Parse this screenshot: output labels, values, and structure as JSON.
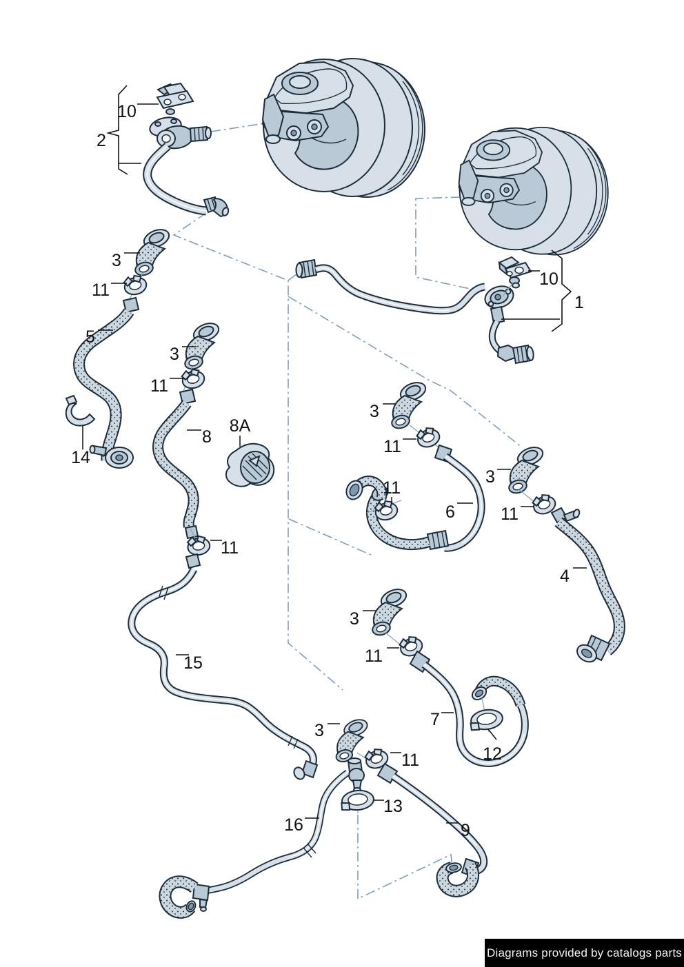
{
  "footer": {
    "text": "Diagrams provided by catalogs parts"
  },
  "colors": {
    "outline": "#1d2c3a",
    "fill_light": "#d7e0e8",
    "fill_mid": "#b9c9d6",
    "fill_dark": "#7e99ad",
    "fill_tex": "#ccd7e0",
    "paper": "#ffffff",
    "reference": "#7f9fba",
    "label": "#111111",
    "footer_bg": "#000000",
    "footer_text": "#f2f2f2"
  },
  "callouts": [
    {
      "part": "10"
    },
    {
      "part": "2"
    },
    {
      "part": "3"
    },
    {
      "part": "11"
    },
    {
      "part": "5"
    },
    {
      "part": "14"
    },
    {
      "part": "3"
    },
    {
      "part": "11"
    },
    {
      "part": "8"
    },
    {
      "part": "8A"
    },
    {
      "part": "11"
    },
    {
      "part": "15"
    },
    {
      "part": "3"
    },
    {
      "part": "11"
    },
    {
      "part": "11"
    },
    {
      "part": "6"
    },
    {
      "part": "3"
    },
    {
      "part": "11"
    },
    {
      "part": "4"
    },
    {
      "part": "3"
    },
    {
      "part": "11"
    },
    {
      "part": "7"
    },
    {
      "part": "12"
    },
    {
      "part": "3"
    },
    {
      "part": "11"
    },
    {
      "part": "13"
    },
    {
      "part": "16"
    },
    {
      "part": "9"
    },
    {
      "part": "10"
    },
    {
      "part": "1"
    }
  ]
}
